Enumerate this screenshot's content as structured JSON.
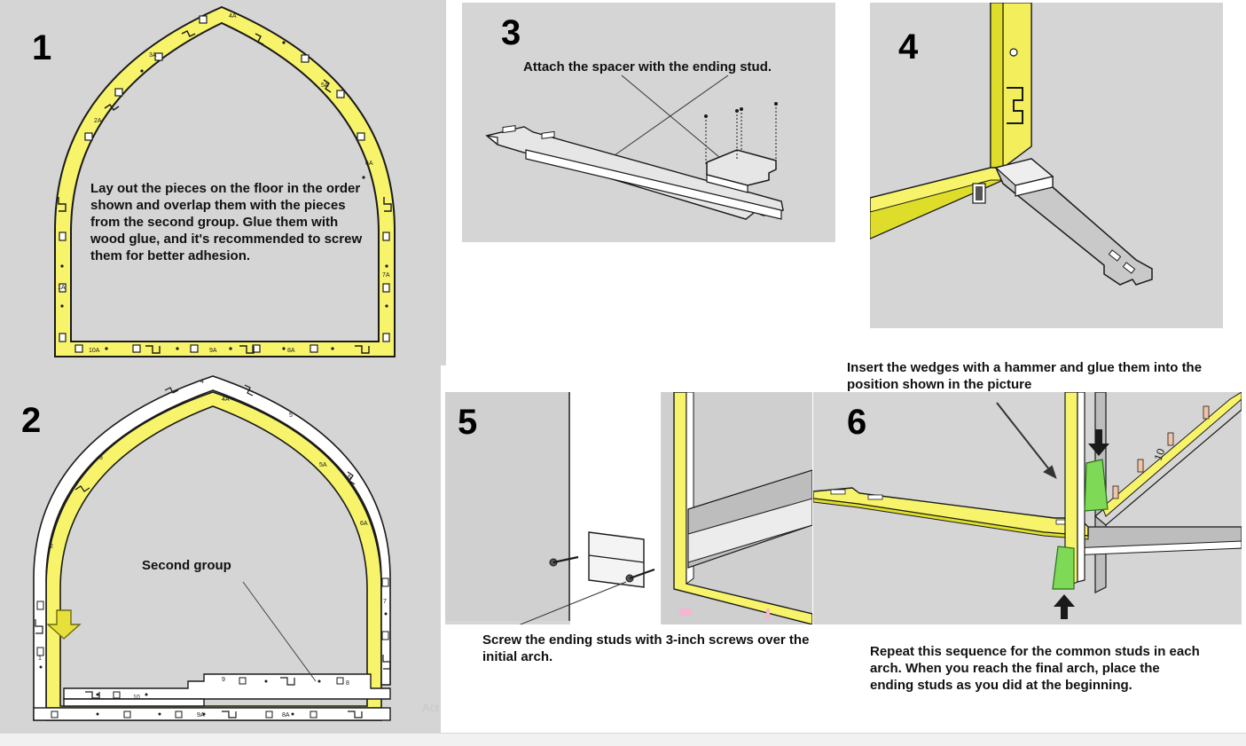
{
  "colors": {
    "panel_bg": "#d5d5d5",
    "yellow": "#f7f46b",
    "yellow_dark": "#dede2a",
    "white_piece": "#ffffff",
    "green": "#7ed957",
    "outline": "#1a1a1a"
  },
  "steps": [
    {
      "number": "1",
      "caption": "Lay out the pieces on the floor in the order shown and overlap them with the pieces from the second group. Glue them with wood glue, and it's recommended to screw them for better adhesion.",
      "labels": [
        "4A",
        "3A",
        "5A",
        "2A",
        "6A",
        "1A",
        "7A",
        "10A",
        "9A",
        "8A"
      ]
    },
    {
      "number": "2",
      "caption": "Second group",
      "labels": [
        "4",
        "3",
        "5",
        "6",
        "2",
        "7",
        "1",
        "9",
        "8",
        "10",
        "9A",
        "8A",
        "4A",
        "5A",
        "6A"
      ],
      "icons": [
        "down-arrow-icon"
      ]
    },
    {
      "number": "3",
      "caption": "Attach the spacer with the ending stud."
    },
    {
      "number": "4"
    },
    {
      "number": "5",
      "caption": "Screw the ending studs with 3-inch screws over the initial arch."
    },
    {
      "number": "6",
      "caption_top": "Insert the wedges with a hammer and glue them into the position shown in the picture",
      "caption_bottom": "Repeat this sequence for the common studs in each arch. When you reach the final arch, place the ending studs as you did at the beginning.",
      "labels": [
        "10"
      ],
      "icons": [
        "up-arrow-icon",
        "down-arrow-icon"
      ]
    }
  ],
  "watermark": "Act"
}
